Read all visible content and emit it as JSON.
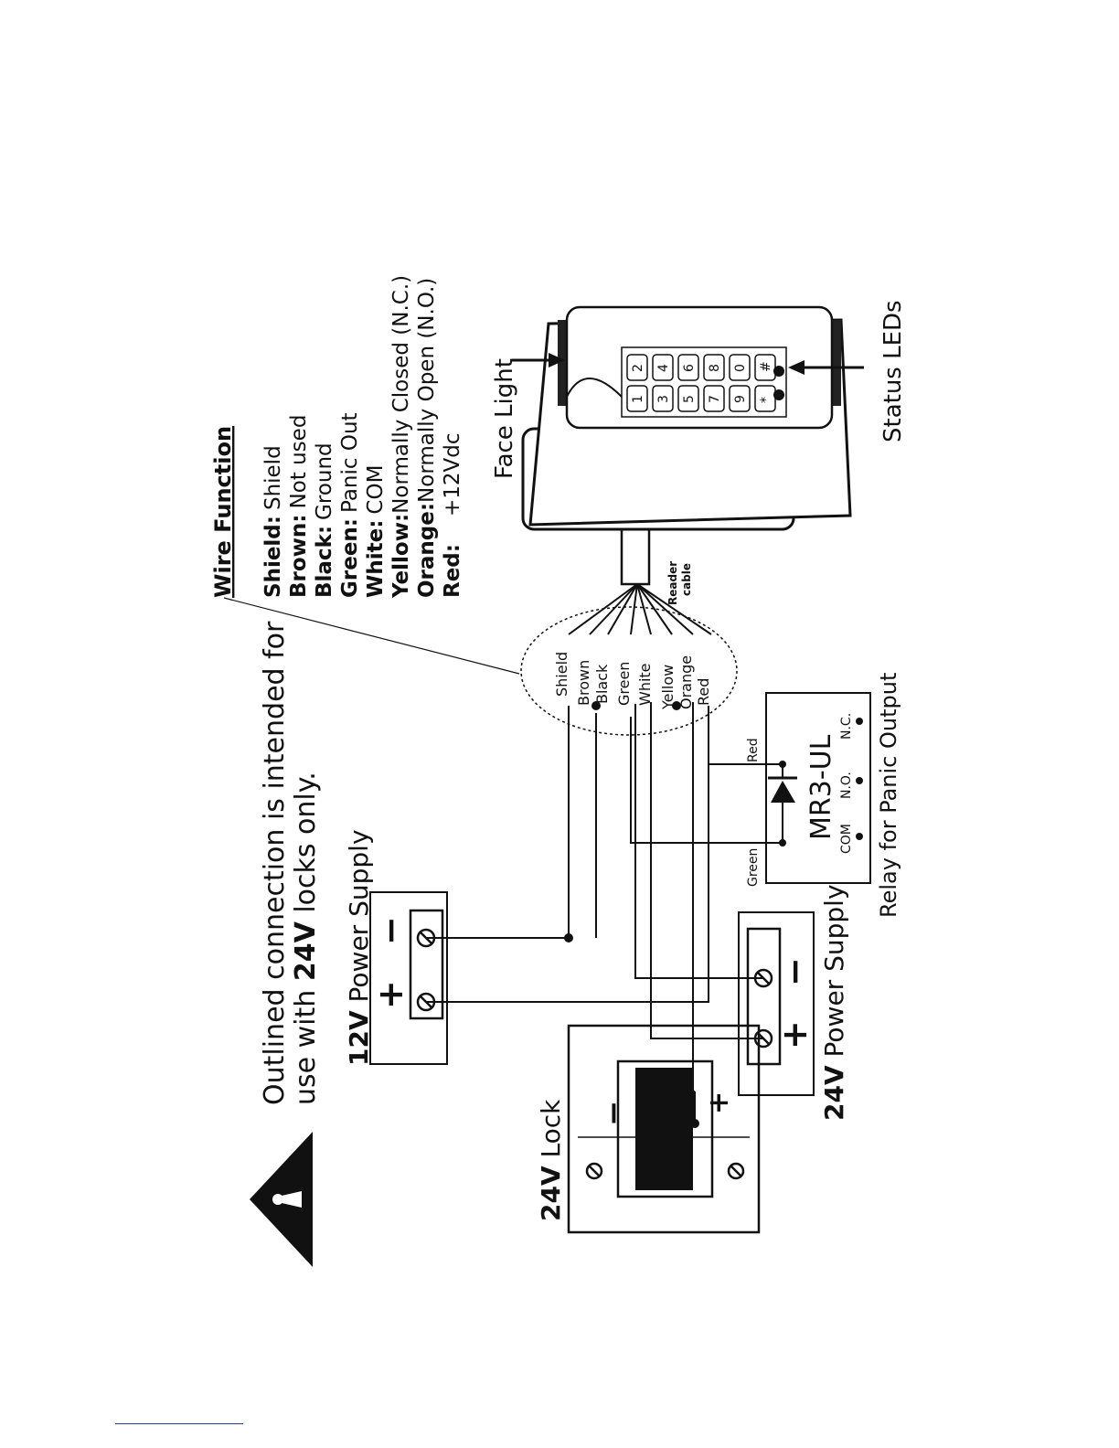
{
  "warning": {
    "line1": "Outlined connection is intended for",
    "line2_prefix": "use with ",
    "line2_bold": "24V",
    "line2_suffix": " locks only."
  },
  "wire_function": {
    "title": "Wire  Function",
    "rows": [
      {
        "name": "Shield:",
        "value": "Shield"
      },
      {
        "name": "Brown:",
        "value": "Not used"
      },
      {
        "name": "Black:",
        "value": "Ground"
      },
      {
        "name": "Green:",
        "value": "Panic Out"
      },
      {
        "name": "White:",
        "value": "COM"
      },
      {
        "name": "Yellow:",
        "value": "Normally Closed (N.C.)"
      },
      {
        "name": "Orange:",
        "value": "Normally Open (N.O.)"
      },
      {
        "name": "Red:",
        "value": "+12Vdc"
      }
    ]
  },
  "power_12v": {
    "bold": "12V",
    "rest": " Power Supply",
    "plus": "+",
    "minus": "−"
  },
  "power_24v": {
    "bold": "24V",
    "rest": " Power Supply",
    "plus": "+",
    "minus": "−"
  },
  "lock": {
    "bold": "24V",
    "rest": " Lock",
    "plus": "+",
    "minus": "−"
  },
  "wire_labels": [
    "Shield",
    "Brown",
    "Black",
    "Green",
    "White",
    "Yellow",
    "Orange",
    "Red"
  ],
  "reader_cable": {
    "line1": "Reader",
    "line2": "cable"
  },
  "relay": {
    "name": "MR3-UL",
    "caption": "Relay for Panic Output",
    "com": "COM",
    "no": "N.O.",
    "nc": "N.C.",
    "red": "Red",
    "green": "Green"
  },
  "device": {
    "face_light": "Face Light",
    "status_leds": "Status LEDs",
    "keys": [
      "1",
      "2",
      "3",
      "4",
      "5",
      "6",
      "7",
      "8",
      "9",
      "0",
      "*",
      "#"
    ]
  }
}
